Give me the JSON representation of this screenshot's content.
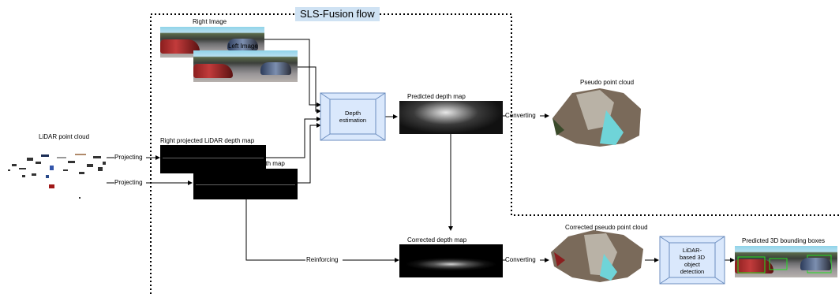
{
  "flow_title": "SLS-Fusion flow",
  "labels": {
    "right_image": "Right Image",
    "left_image": "Left Image",
    "lidar_point_cloud": "LiDAR point cloud",
    "right_projected": "Right projected LiDAR depth map",
    "left_projected": "Left projected LiDAR depth map",
    "predicted_depth_map": "Predicted depth map",
    "pseudo_point_cloud": "Pseudo point cloud",
    "corrected_depth_map": "Corrected depth map",
    "corrected_pseudo_point_cloud": "Corrected pseudo point cloud",
    "predicted_3d_boxes": "Predicted 3D bounding boxes"
  },
  "edges": {
    "projecting_1": "Projecting",
    "projecting_2": "Projecting",
    "converting_1": "Converting",
    "converting_2": "Converting",
    "reinforcing": "Reinforcing"
  },
  "boxes": {
    "depth_estimation_line1": "Depth",
    "depth_estimation_line2": "estimation",
    "detection_line1": "LiDAR-",
    "detection_line2": "based 3D",
    "detection_line3": "object",
    "detection_line4": "detection"
  },
  "colors": {
    "box_fill": "#dae8fc",
    "box_stroke": "#6c8ebf",
    "title_bg": "#cfe2f3",
    "flow_border": "#000000"
  }
}
